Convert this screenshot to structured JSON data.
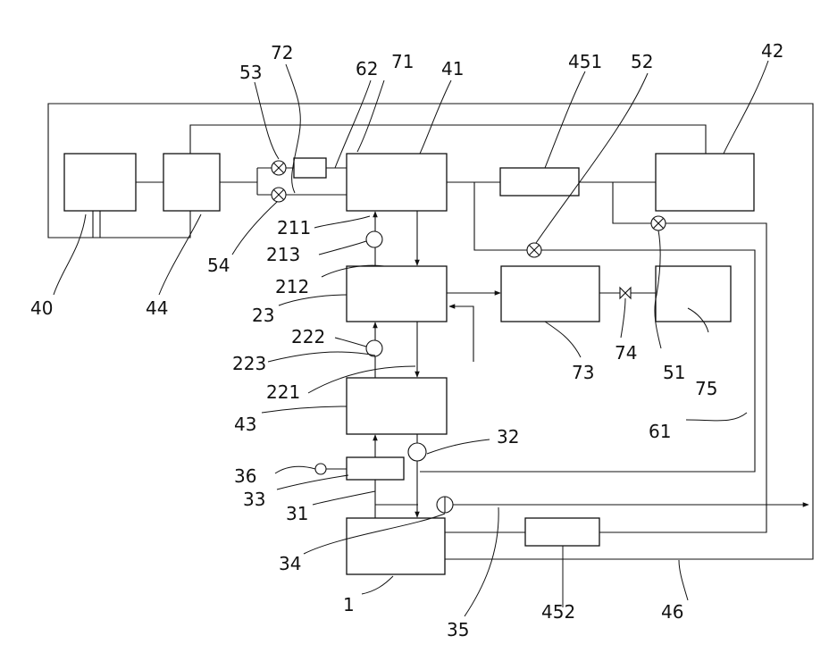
{
  "labels": {
    "c40": "40",
    "c44": "44",
    "c53": "53",
    "c72": "72",
    "c62": "62",
    "c71": "71",
    "c41": "41",
    "c451": "451",
    "c52": "52",
    "c42": "42",
    "c54": "54",
    "c211": "211",
    "c213": "213",
    "c212": "212",
    "c23": "23",
    "c222": "222",
    "c223": "223",
    "c221": "221",
    "c73": "73",
    "c74": "74",
    "c51": "51",
    "c75": "75",
    "c43": "43",
    "c61": "61",
    "c36": "36",
    "c32": "32",
    "c33": "33",
    "c31": "31",
    "c34": "34",
    "c1": "1",
    "c35": "35",
    "c452": "452",
    "c46": "46"
  }
}
